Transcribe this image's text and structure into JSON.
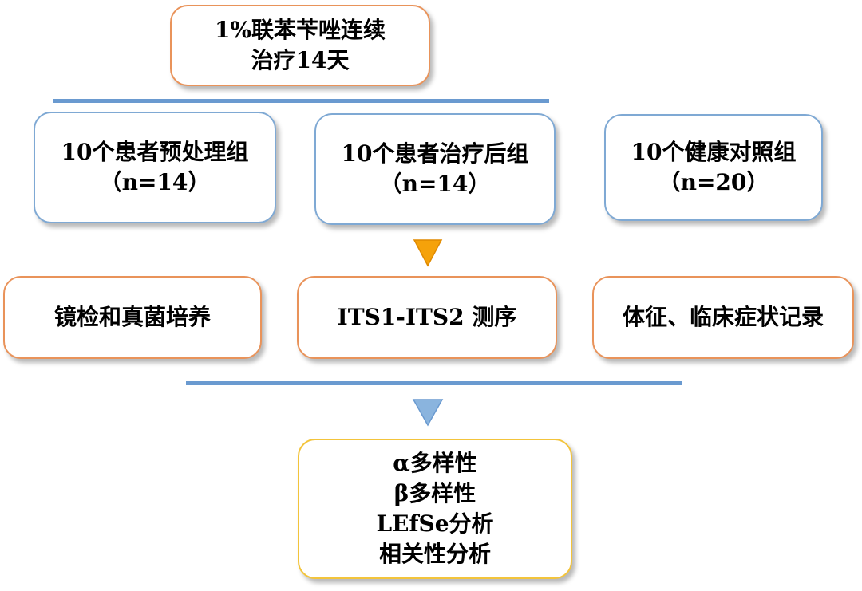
{
  "colors": {
    "orange_border": "#e9935a",
    "blue_border": "#7fa9d4",
    "gold_border": "#f3c43b",
    "line_blue": "#6a9ad0",
    "arrow_orange": "#f5a20a",
    "arrow_blue": "#7fa9d4"
  },
  "treatment": {
    "line1": "1%联苯苄唑连续",
    "line2": "治疗14天"
  },
  "groups": [
    {
      "name": "10个患者预处理组",
      "n": "（n=14）"
    },
    {
      "name": "10个患者治疗后组",
      "n": "（n=14）"
    },
    {
      "name": "10个健康对照组",
      "n": "（n=20）"
    }
  ],
  "methods": [
    {
      "label": "镜检和真菌培养"
    },
    {
      "label": "ITS1-ITS2 测序"
    },
    {
      "label": "体征、临床症状记录"
    }
  ],
  "analysis": [
    "α多样性",
    "β多样性",
    "LEfSe分析",
    "相关性分析"
  ]
}
